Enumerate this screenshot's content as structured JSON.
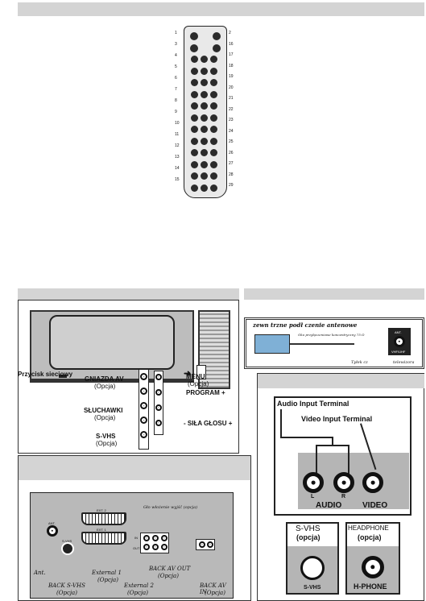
{
  "top_bar": {},
  "remote": {
    "button_rows": 14,
    "callout_numbers_left": [
      "1",
      "3",
      "4",
      "5",
      "6",
      "7",
      "8",
      "9",
      "10",
      "11",
      "12",
      "13",
      "14",
      "15"
    ],
    "callout_numbers_right": [
      "2",
      "16",
      "17",
      "18",
      "19",
      "20",
      "21",
      "22",
      "23",
      "24",
      "25",
      "26",
      "27",
      "28",
      "29"
    ]
  },
  "tv_front": {
    "power_label": "Przycisk sieciowy",
    "av_label": "GNIAZDA AV",
    "av_option": "(Opcja)",
    "headphone_label": "SŁUCHAWKI",
    "headphone_option": "(Opcja)",
    "svhs_label": "S-VHS",
    "svhs_option": "(Opcja)",
    "menu_label": "MENU",
    "menu_option": "(Opcja)",
    "program_label": "PROGRAM +",
    "volume_label": "- SIŁA GŁOSU +"
  },
  "antenna": {
    "title": "zewn  trzne podł  czenie antenowe",
    "cable_note": "Oko przyłączeniowe koncentryczny 75 Ω",
    "socket_label": "VHF/UHF",
    "socket_top": "ANT.",
    "back_label": "Tyłek cz",
    "tv_label": "telewizora"
  },
  "audio_video": {
    "audio_input": "Audio Input Terminal",
    "video_input": "Video Input Terminal",
    "l": "L",
    "r": "R",
    "audio": "AUDIO",
    "video": "VIDEO"
  },
  "svhs_box": {
    "title": "S-VHS",
    "option": "(opcja)",
    "bottom": "S-VHS"
  },
  "hp_box": {
    "title": "HEADPHONE",
    "option": "(opcja)",
    "bottom": "H-PHONE"
  },
  "rear": {
    "note": "Gło  włożenie wyjść (opcja)",
    "ext2": "EXT. 2",
    "ext1": "EXT. 1",
    "ant": "ANT.",
    "svhs_small": "S-VHS",
    "in": "IN",
    "out": "OUT",
    "label_ant": "Ant.",
    "label_back_svhs": "BACK S-VHS",
    "label_back_svhs_opt": "(Opcja)",
    "label_ext1": "External 1",
    "label_ext1_opt": "(Opcja)",
    "label_ext2": "External 2",
    "label_ext2_opt": "(Opcja)",
    "label_back_av_out": "BACK AV OUT",
    "label_back_av_out_opt": "(Opcja)",
    "label_back_av_in": "BACK AV IN",
    "label_back_av_in_opt": "(Opcja)"
  }
}
